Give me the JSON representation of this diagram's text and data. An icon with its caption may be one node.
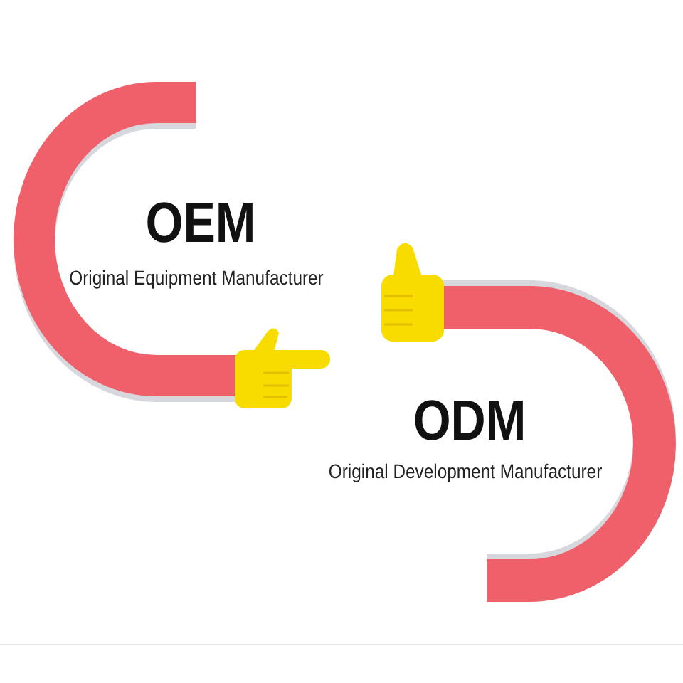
{
  "diagram": {
    "labels": [
      "OEM",
      "Original Equipment Manufacturer",
      "ODM",
      "Original Development Manufacturer"
    ]
  }
}
